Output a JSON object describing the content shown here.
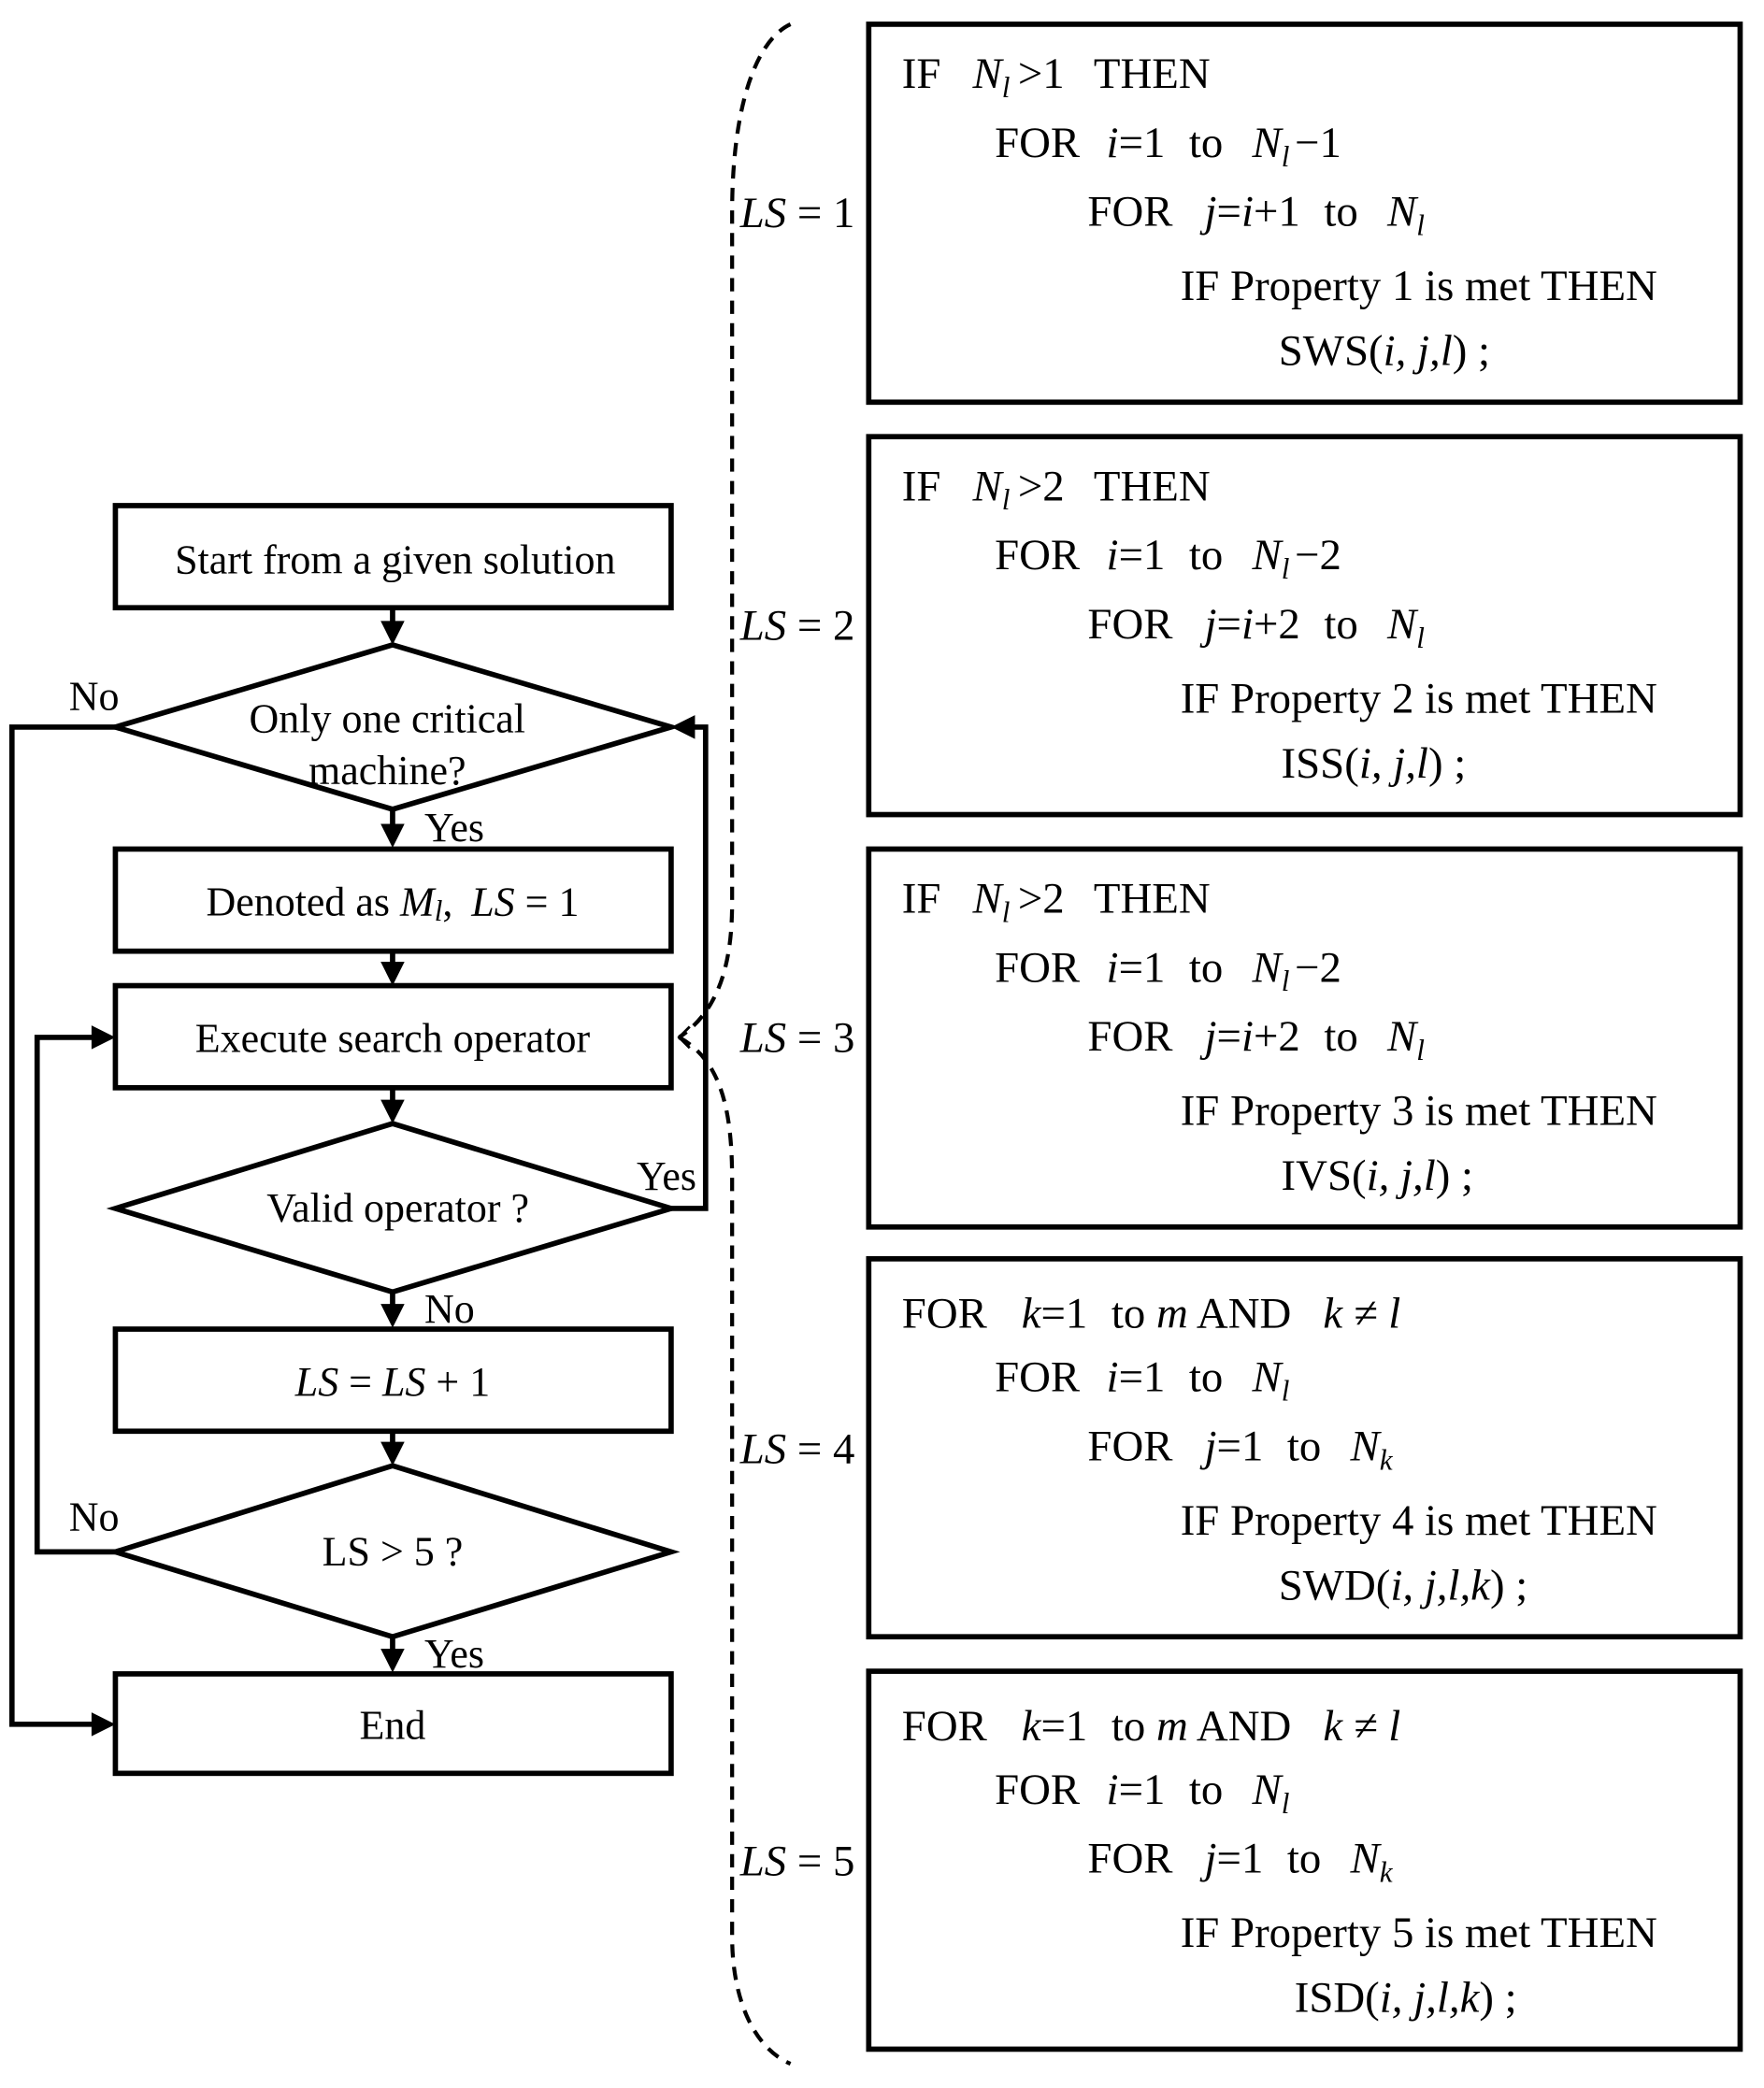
{
  "flowchart": {
    "start": "Start from a given solution",
    "decision_critical": [
      "Only one critical",
      "machine?"
    ],
    "denoted": {
      "prefix": "Denoted as ",
      "var": "M",
      "sub": "l",
      "sep": ",",
      "ls": "LS",
      "eq": " = 1"
    },
    "execute": "Execute search operator",
    "decision_valid": "Valid operator ?",
    "increment": {
      "ls1": "LS",
      "mid": " = ",
      "ls2": "LS",
      "tail": " + 1"
    },
    "decision_ls": "LS > 5 ?",
    "end": "End",
    "edge_labels": {
      "no_critical": "No",
      "yes_critical": "Yes",
      "yes_valid": "Yes",
      "no_valid": "No",
      "no_ls": "No",
      "yes_ls": "Yes"
    }
  },
  "ls_labels": [
    {
      "var": "LS",
      "eq": " = 1"
    },
    {
      "var": "LS",
      "eq": " = 2"
    },
    {
      "var": "LS",
      "eq": " = 3"
    },
    {
      "var": "LS",
      "eq": " = 4"
    },
    {
      "var": "LS",
      "eq": " = 5"
    }
  ],
  "operator_boxes": [
    {
      "lines": [
        "IF  N_l >1  THEN",
        "FOR  i=1  to  N_l −1",
        "FOR  j=i+1  to  N_l",
        "IF Property 1 is met THEN",
        "SWS(i, j,l) ;"
      ],
      "line1": {
        "kw": "IF",
        "cond": ">1",
        "then": "THEN"
      },
      "line2": {
        "kw": "FOR",
        "var": "i",
        "start": "=1",
        "to": "to",
        "end": "−1"
      },
      "line3": {
        "kw": "FOR",
        "var": "j",
        "start": "=",
        "expr": "i",
        "plus": "+1",
        "to": "to"
      },
      "line4": "IF Property 1 is met THEN",
      "line5": {
        "fn": "SWS",
        "args": "i, j,l",
        "tail": ") ;"
      }
    },
    {
      "lines": [
        "IF  N_l >2  THEN",
        "FOR  i=1  to  N_l −2",
        "FOR  j=i+2  to  N_l",
        "IF Property 2 is met THEN",
        "ISS(i, j,l) ;"
      ],
      "line1": {
        "kw": "IF",
        "cond": ">2",
        "then": "THEN"
      },
      "line2": {
        "kw": "FOR",
        "var": "i",
        "start": "=1",
        "to": "to",
        "end": "−2"
      },
      "line3": {
        "kw": "FOR",
        "var": "j",
        "start": "=",
        "expr": "i",
        "plus": "+2",
        "to": "to"
      },
      "line4": "IF Property 2 is met THEN",
      "line5": {
        "fn": "ISS",
        "args": "i, j,l",
        "tail": ") ;"
      }
    },
    {
      "lines": [
        "IF  N_l >2  THEN",
        "FOR  i=1  to  N_l −2",
        "FOR  j=i+2  to  N_l",
        "IF Property 3 is met THEN",
        "IVS(i, j,l) ;"
      ],
      "line1": {
        "kw": "IF",
        "cond": ">2",
        "then": "THEN"
      },
      "line2": {
        "kw": "FOR",
        "var": "i",
        "start": "=1",
        "to": "to",
        "end": "−2"
      },
      "line3": {
        "kw": "FOR",
        "var": "j",
        "start": "=",
        "expr": "i",
        "plus": "+2",
        "to": "to"
      },
      "line4": "IF Property 3 is met THEN",
      "line5": {
        "fn": "IVS",
        "args": "i, j,l",
        "tail": ") ;"
      }
    },
    {
      "lines": [
        "FOR  k=1  to m AND  k≠l",
        "FOR  i=1  to  N_l",
        "FOR  j=1  to  N_k",
        "IF Property 4 is met THEN",
        "SWD(i, j,l,k) ;"
      ],
      "line1": {
        "kw": "FOR",
        "var": "k",
        "start": "=1",
        "to": "to ",
        "m": "m",
        "and": " AND",
        "neq": "k ≠ l"
      },
      "line2": {
        "kw": "FOR",
        "var": "i",
        "start": "=1",
        "to": "to"
      },
      "line3": {
        "kw": "FOR",
        "var": "j",
        "start": "=1",
        "to": "to"
      },
      "line4": "IF Property 4 is met THEN",
      "line5": {
        "fn": "SWD",
        "args": "i, j,l,k",
        "tail": ") ;"
      }
    },
    {
      "lines": [
        "FOR  k=1  to m AND  k≠l",
        "FOR  i=1  to  N_l",
        "FOR  j=1  to  N_k",
        "IF Property 5 is met THEN",
        "ISD(i, j,l,k) ;"
      ],
      "line1": {
        "kw": "FOR",
        "var": "k",
        "start": "=1",
        "to": "to ",
        "m": "m",
        "and": " AND",
        "neq": "k ≠ l"
      },
      "line2": {
        "kw": "FOR",
        "var": "i",
        "start": "=1",
        "to": "to"
      },
      "line3": {
        "kw": "FOR",
        "var": "j",
        "start": "=1",
        "to": "to"
      },
      "line4": "IF Property 5 is met THEN",
      "line5": {
        "fn": "ISD",
        "args": "i, j,l,k",
        "tail": ") ;"
      }
    }
  ],
  "symbols": {
    "N": "N",
    "l": "l",
    "k": "k",
    "open": "("
  }
}
